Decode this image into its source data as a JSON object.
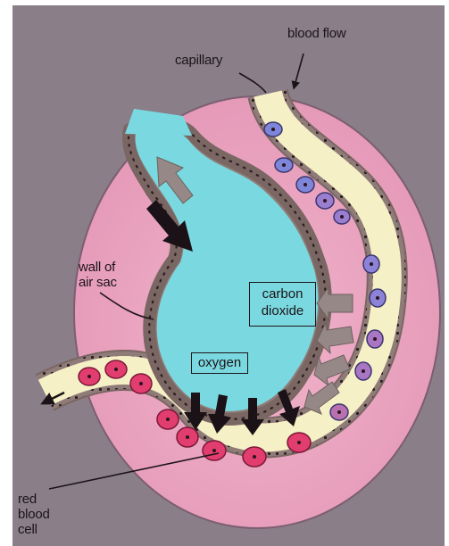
{
  "labels": {
    "blood_flow": "blood flow",
    "capillary": "capillary",
    "wall_of_air_sac": "wall of\nair sac",
    "carbon_dioxide": "carbon\ndioxide",
    "oxygen": "oxygen",
    "red_blood_cell": "red\nblood\ncell"
  },
  "colors": {
    "background": "#8a7e88",
    "tissue": "#e8a4bf",
    "air_sac": "#7ad9e0",
    "capillary_plasma": "#f6f0c6",
    "oxygenated_cell": "#e23d6f",
    "deoxygenated_cell": "#7d86d8",
    "wall_cells": "#8f7c78",
    "arrow_co2": "#958886",
    "arrow_o2": "#1a1216"
  }
}
